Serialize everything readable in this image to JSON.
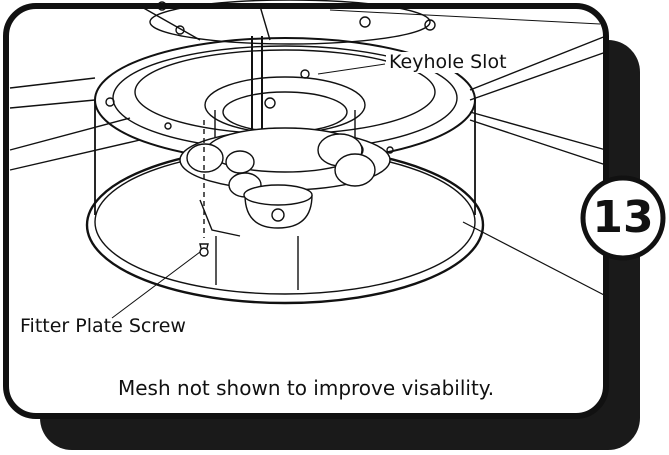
{
  "step": {
    "number": "13"
  },
  "callouts": {
    "keyhole_slot": "Keyhole Slot",
    "fitter_plate_screw": "Fitter Plate Screw"
  },
  "note": "Mesh not shown to improve visability.",
  "colors": {
    "frame_shadow": "#1a1a1a",
    "line": "#111111",
    "panel": "#ffffff"
  }
}
